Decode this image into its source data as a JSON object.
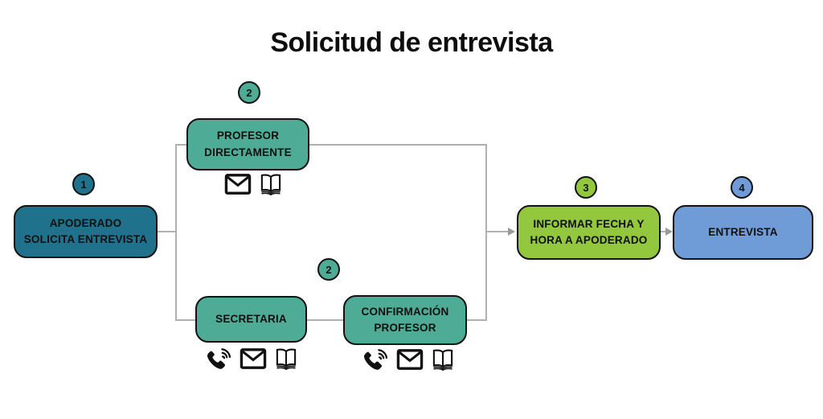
{
  "title": "Solicitud de entrevista",
  "colors": {
    "dark_teal": "#20718B",
    "teal": "#4DAB96",
    "green": "#92C73E",
    "blue": "#6F9BD6",
    "line_gray": "#B0B0B0",
    "border_black": "#121212"
  },
  "nodes": {
    "apoderado": {
      "step": "1",
      "label": "APODERADO SOLICITA ENTREVISTA",
      "fill": "#20718B",
      "icons": []
    },
    "profesor": {
      "step": "2",
      "label": "PROFESOR DIRECTAMENTE",
      "fill": "#4DAB96",
      "icons": [
        "mail-icon",
        "book-icon"
      ]
    },
    "secretaria": {
      "label": "SECRETARIA",
      "fill": "#4DAB96",
      "icons": [
        "phone-icon",
        "mail-icon",
        "book-icon"
      ]
    },
    "confirmacion": {
      "step": "2",
      "label": "CONFIRMACIÓN PROFESOR",
      "fill": "#4DAB96",
      "icons": [
        "phone-icon",
        "mail-icon",
        "book-icon"
      ]
    },
    "informar": {
      "step": "3",
      "label": "INFORMAR FECHA Y HORA A APODERADO",
      "fill": "#92C73E",
      "icons": []
    },
    "entrevista": {
      "step": "4",
      "label": "ENTREVISTA",
      "fill": "#6F9BD6",
      "icons": []
    }
  },
  "edges": [
    {
      "from": "apoderado",
      "to": "profesor",
      "arrow": false
    },
    {
      "from": "apoderado",
      "to": "secretaria",
      "arrow": false
    },
    {
      "from": "secretaria",
      "to": "confirmacion",
      "arrow": false
    },
    {
      "from": "profesor",
      "to": "informar",
      "arrow": true
    },
    {
      "from": "confirmacion",
      "to": "informar",
      "arrow": true
    },
    {
      "from": "informar",
      "to": "entrevista",
      "arrow": true
    }
  ]
}
